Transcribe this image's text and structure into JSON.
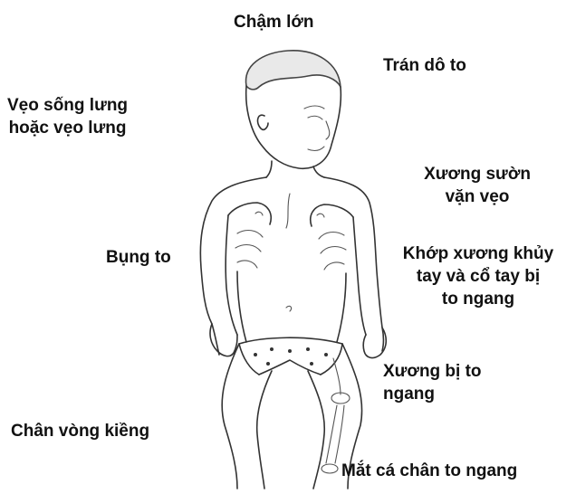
{
  "labels": {
    "cham_lon": "Chậm lớn",
    "tran_do_to": "Trán dô to",
    "veo_song_lung_1": "Vẹo sống lưng",
    "veo_song_lung_2": "hoặc vẹo lưng",
    "xuong_suon_1": "Xương sườn",
    "xuong_suon_2": "vặn vẹo",
    "bung_to": "Bụng to",
    "khop_1": "Khớp xương khủy",
    "khop_2": "tay và cổ tay bị",
    "khop_3": "to ngang",
    "xuong_bi_to_1": "Xương bị to",
    "xuong_bi_to_2": "ngang",
    "chan_vong_kieng": "Chân vòng kiềng",
    "mat_ca_chan": "Mắt cá chân to ngang"
  },
  "figure": {
    "subject": "child-with-rickets-line-drawing"
  }
}
